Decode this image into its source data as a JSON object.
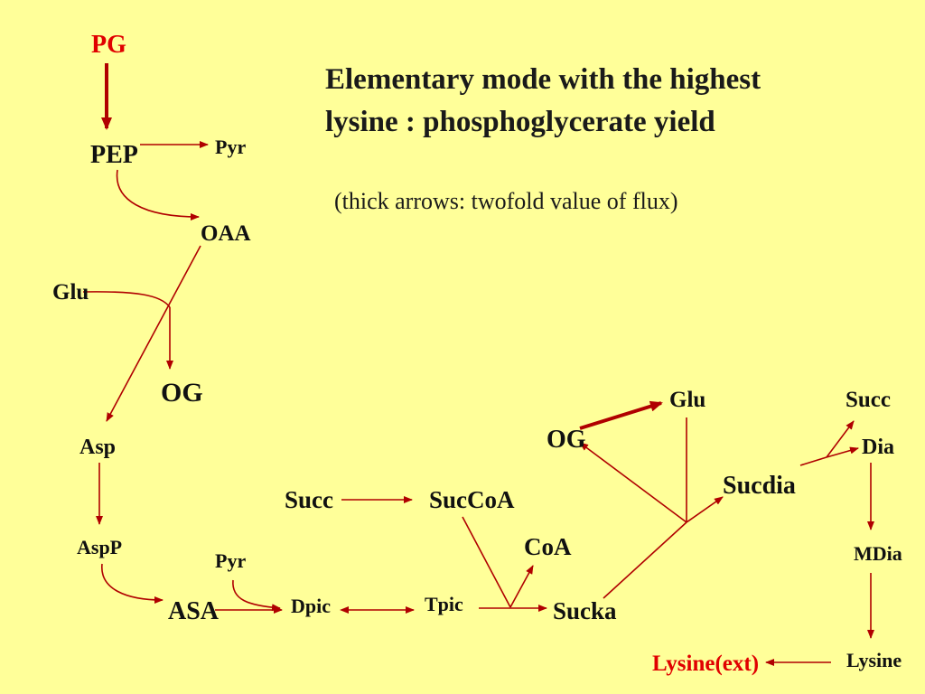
{
  "title": {
    "line1": "Elementary mode with the highest",
    "line2": "lysine : phosphoglycerate yield"
  },
  "subtitle": "(thick arrows: twofold value of flux)",
  "nodes": {
    "pg": "PG",
    "pep": "PEP",
    "pyr_top": "Pyr",
    "oaa": "OAA",
    "glu_left": "Glu",
    "og_left": "OG",
    "asp": "Asp",
    "aspp": "AspP",
    "asa": "ASA",
    "pyr_mid": "Pyr",
    "dpic": "Dpic",
    "tpic": "Tpic",
    "succ_mid": "Succ",
    "succoa": "SucCoA",
    "coa": "CoA",
    "sucka": "Sucka",
    "og_right": "OG",
    "glu_right": "Glu",
    "sucdia": "Sucdia",
    "succ_right": "Succ",
    "dia": "Dia",
    "mdia": "MDia",
    "lysine": "Lysine",
    "lysine_ext": "Lysine(ext)"
  },
  "colors": {
    "background": "#ffff99",
    "arrow": "#b00000",
    "highlight_text": "#e00000",
    "text": "#111111"
  }
}
